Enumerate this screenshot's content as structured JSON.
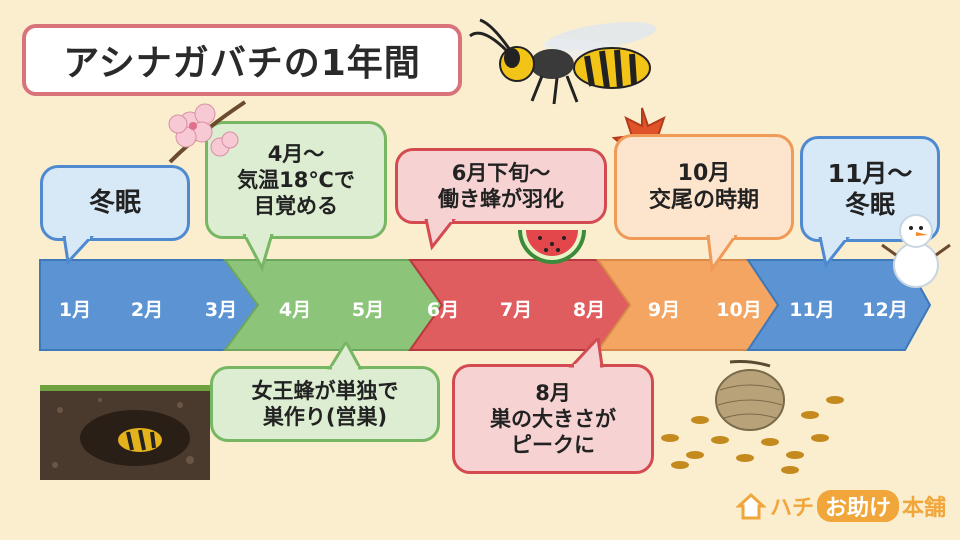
{
  "title": "アシナガバチの1年間",
  "months": [
    "1月",
    "2月",
    "3月",
    "4月",
    "5月",
    "6月",
    "7月",
    "8月",
    "9月",
    "10月",
    "11月",
    "12月"
  ],
  "bubbles": {
    "winter_start": "冬眠",
    "april": "4月～\n気温18℃で\n目覚める",
    "june_late": "6月下旬～\n働き蜂が羽化",
    "october": "10月\n交尾の時期",
    "november": "11月～\n冬眠",
    "queen": "女王蜂が単独で\n巣作り(営巣)",
    "august": "8月\n巣の大きさが\nピークに"
  },
  "brand": {
    "part1": "ハチ",
    "part2": "お助け",
    "part3": "本舗"
  },
  "colors": {
    "winter": "#5b93d3",
    "spring": "#8cc47a",
    "summer": "#df5c5f",
    "autumn": "#f3a561",
    "title_border": "#d9737a"
  },
  "icons": [
    "wasp-icon",
    "sakura-icon",
    "watermelon-icon",
    "maple-leaf-icon",
    "snowman-icon",
    "burrow-icon",
    "nest-icon",
    "house-icon"
  ]
}
